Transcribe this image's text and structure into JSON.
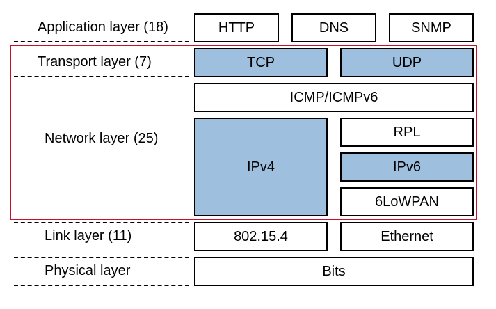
{
  "layers": {
    "application": "Application layer (18)",
    "transport": "Transport layer (7)",
    "network": "Network layer (25)",
    "link": "Link layer (11)",
    "physical": "Physical layer"
  },
  "protocols": {
    "http": "HTTP",
    "dns": "DNS",
    "snmp": "SNMP",
    "tcp": "TCP",
    "udp": "UDP",
    "icmp": "ICMP/ICMPv6",
    "ipv4": "IPv4",
    "rpl": "RPL",
    "ipv6": "IPv6",
    "lowpan": "6LoWPAN",
    "ieee802154": "802.15.4",
    "ethernet": "Ethernet",
    "bits": "Bits"
  },
  "colors": {
    "highlight_fill": "#9fbfdf",
    "scope_frame": "#c8102e",
    "border": "#000000"
  }
}
